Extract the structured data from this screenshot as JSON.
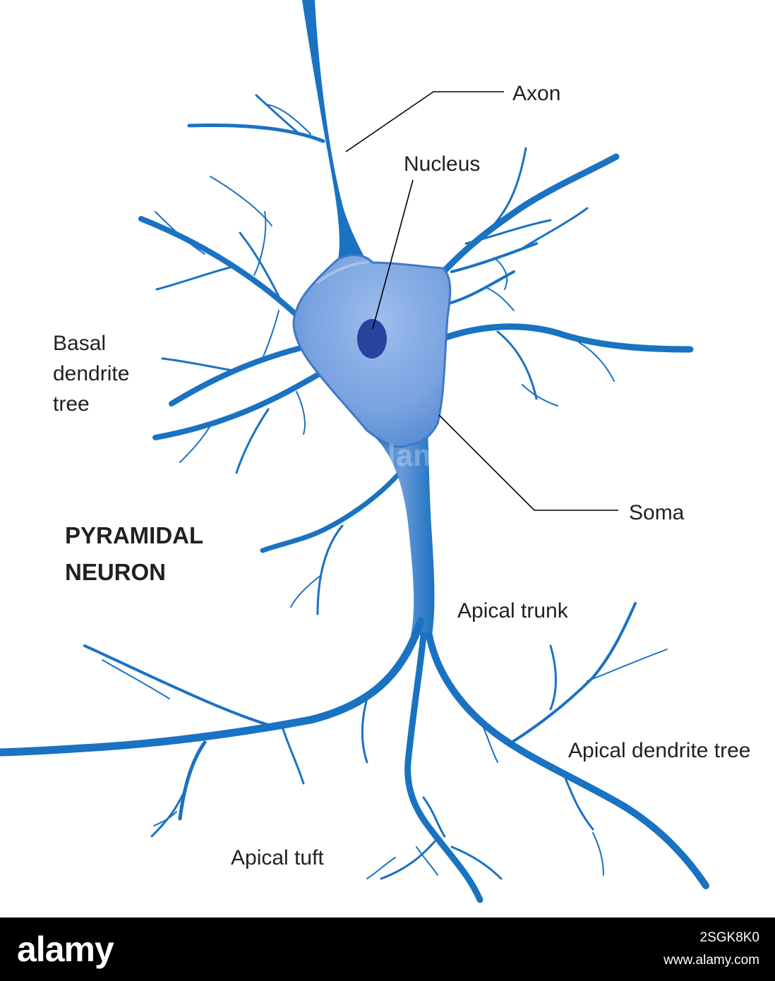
{
  "title_lines": [
    "PYRAMIDAL",
    "NEURON"
  ],
  "labels": {
    "axon": "Axon",
    "nucleus": "Nucleus",
    "basal": [
      "Basal",
      "dendrite",
      "tree"
    ],
    "soma": "Soma",
    "apical_trunk": "Apical trunk",
    "apical_dendrite_tree": "Apical dendrite tree",
    "apical_tuft": "Apical tuft"
  },
  "watermark": {
    "center_text": "alamy",
    "logo_text": "alamy",
    "image_id": "2SGK8K0",
    "site": "www.alamy.com"
  },
  "colors": {
    "neuron": "#1a72c2",
    "soma_fill": "#6b98db",
    "soma_light": "#97b8ea",
    "nucleus": "#27439e",
    "label_text": "#231f20",
    "leader_line": "#000000",
    "footer_bg": "#000000"
  }
}
